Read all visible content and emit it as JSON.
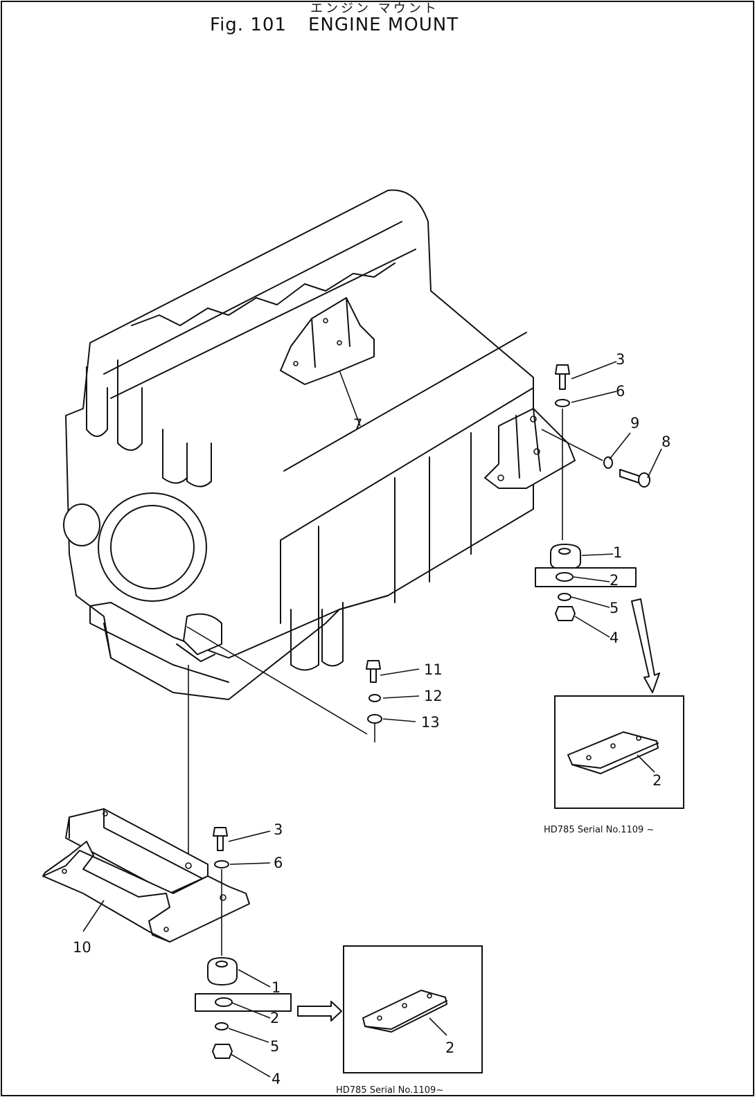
{
  "header": {
    "subtitle_jp": "エンジン マウント",
    "fig_label": "Fig. 101",
    "title": "ENGINE MOUNT"
  },
  "callouts": {
    "top_1": "1",
    "top_2": "2",
    "top_3": "3",
    "top_4": "4",
    "top_5": "5",
    "top_6": "6",
    "top_7": "7",
    "top_8": "8",
    "top_9": "9",
    "mid_11": "11",
    "mid_12": "12",
    "mid_13": "13",
    "bot_1": "1",
    "bot_2": "2",
    "bot_3": "3",
    "bot_4": "4",
    "bot_5": "5",
    "bot_6": "6",
    "bot_10": "10",
    "inset_right_2": "2",
    "inset_bottom_2": "2"
  },
  "insets": {
    "right_caption": "HD785 Serial No.1109 ~",
    "bottom_caption": "HD785 Serial No.1109~"
  }
}
